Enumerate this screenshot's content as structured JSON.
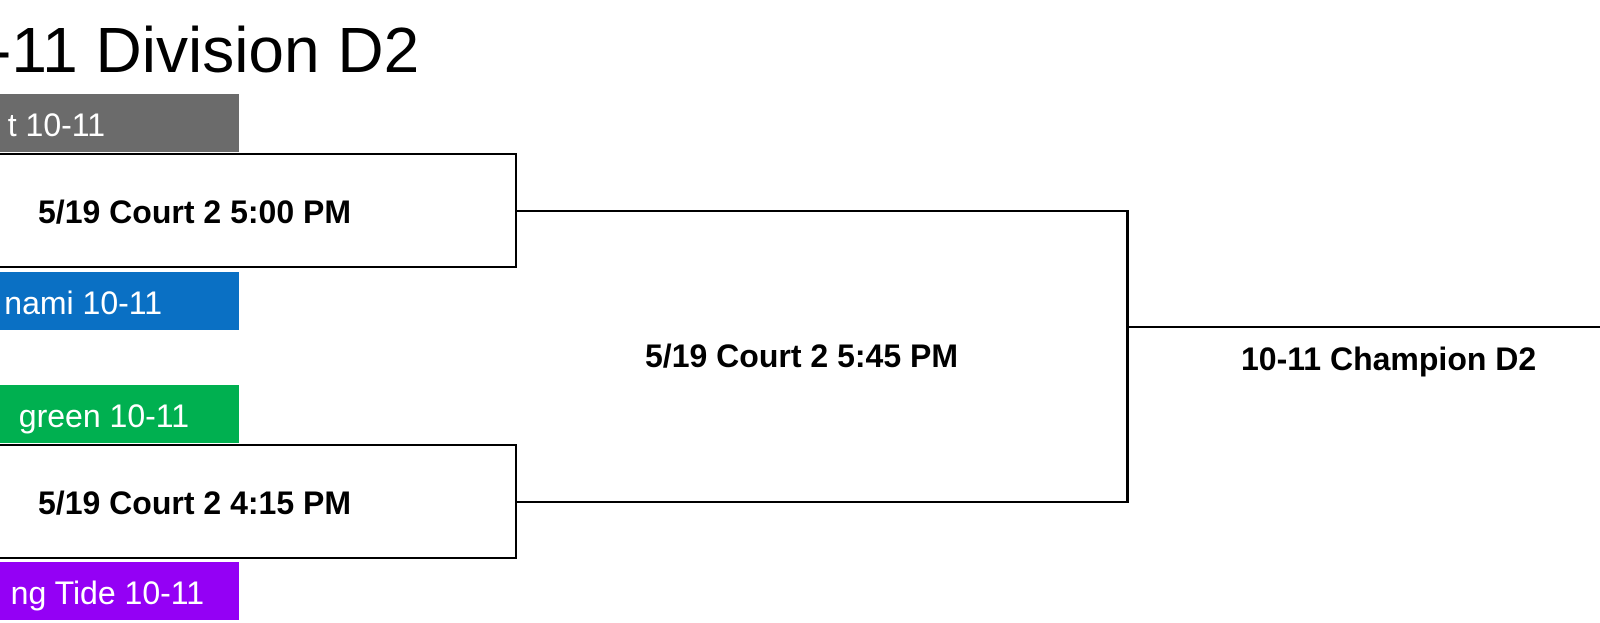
{
  "title": "-11 Division D2",
  "teams": [
    {
      "label": "t 10-11",
      "color": "#6b6b6b"
    },
    {
      "label": "nami 10-11",
      "color": "#0a70c4"
    },
    {
      "label": "green 10-11",
      "color": "#00b050"
    },
    {
      "label": "ng Tide 10-11",
      "color": "#9400f5"
    }
  ],
  "games": {
    "semi1": "5/19 Court 2 5:00 PM",
    "semi2": "5/19 Court 2 4:15 PM",
    "final": "5/19 Court 2 5:45 PM"
  },
  "champion": "10-11 Champion D2"
}
